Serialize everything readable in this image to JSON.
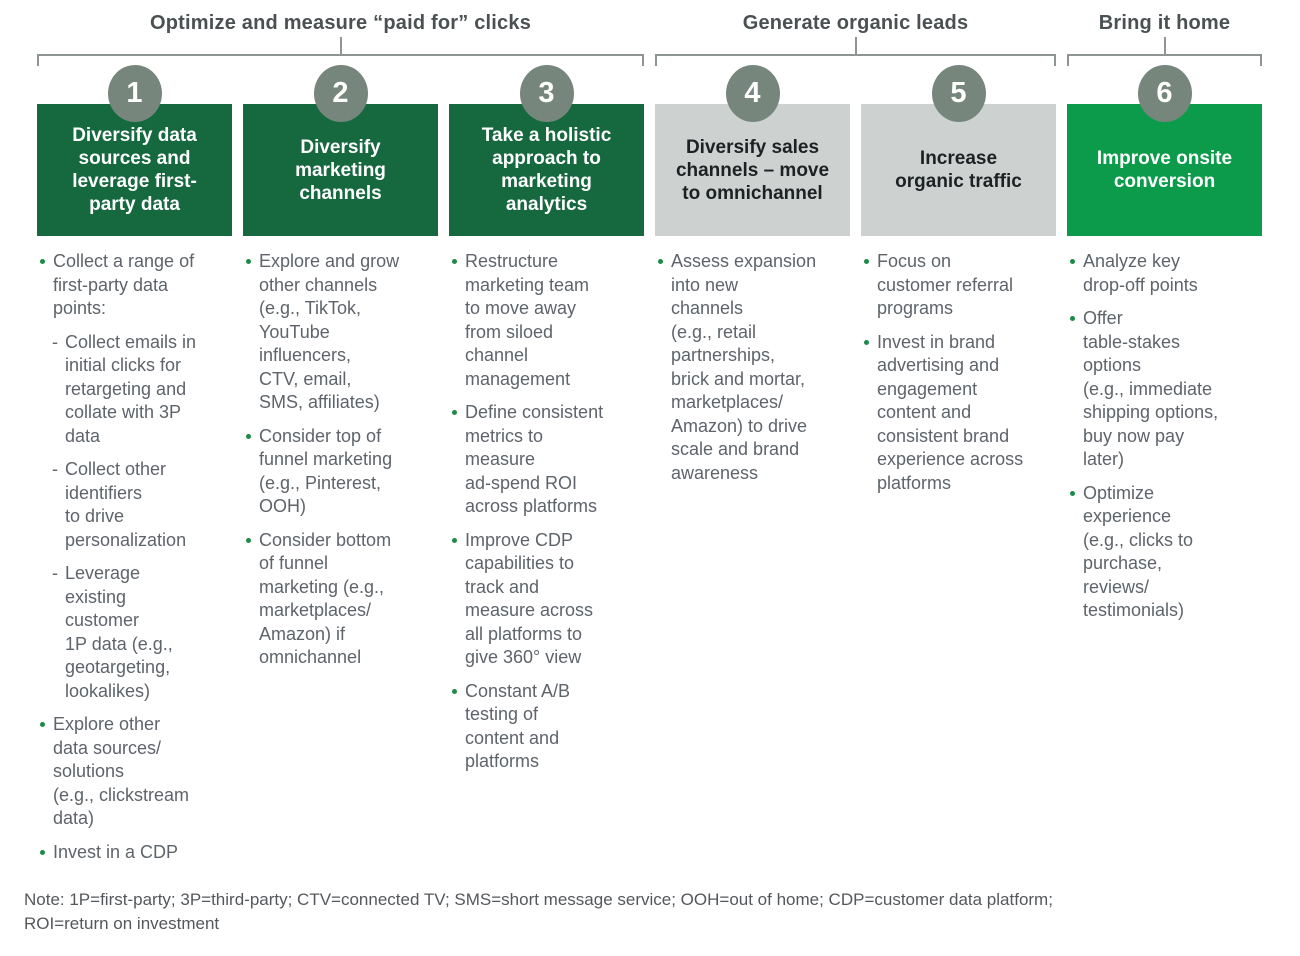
{
  "groups": [
    {
      "label": "Optimize and measure “paid for” clicks"
    },
    {
      "label": "Generate organic leads"
    },
    {
      "label": "Bring it home"
    }
  ],
  "markers": {
    "dash": "-"
  },
  "colors": {
    "dark_green_box": "#16693f",
    "bright_green_box": "#0c9b4a",
    "gray_box": "#cdd2d0",
    "number_badge": "#76867c",
    "bracket_line": "#8f9594",
    "bullet_dot": "#1c8a49",
    "body_text": "#5e646a",
    "heading_text": "#4b5152"
  },
  "columns": [
    {
      "number": "1",
      "variant": "dark-green",
      "title": "Diversify data\nsources and\nleverage first-\nparty data",
      "items": [
        {
          "type": "bullet",
          "text": "Collect a range of\nfirst-party data\npoints:"
        },
        {
          "type": "dash",
          "text": "Collect emails in\ninitial clicks for\nretargeting and\ncollate with 3P\ndata"
        },
        {
          "type": "dash",
          "text": "Collect other\nidentifiers\nto drive\npersonalization"
        },
        {
          "type": "dash",
          "text": "Leverage\nexisting\ncustomer\n1P data (e.g.,\ngeotargeting,\nlookalikes)"
        },
        {
          "type": "bullet",
          "text": "Explore other\ndata sources/\nsolutions\n(e.g., clickstream\ndata)"
        },
        {
          "type": "bullet",
          "text": "Invest in a CDP"
        }
      ]
    },
    {
      "number": "2",
      "variant": "dark-green",
      "title": "Diversify\nmarketing\nchannels",
      "items": [
        {
          "type": "bullet",
          "text": "Explore and grow\nother channels\n(e.g., TikTok,\nYouTube\ninfluencers,\nCTV, email,\nSMS, affiliates)"
        },
        {
          "type": "bullet",
          "text": "Consider top of\nfunnel marketing\n(e.g., Pinterest,\nOOH)"
        },
        {
          "type": "bullet",
          "text": "Consider bottom\nof funnel\nmarketing (e.g.,\nmarketplaces/\nAmazon) if\nomnichannel"
        }
      ]
    },
    {
      "number": "3",
      "variant": "dark-green",
      "title": "Take a holistic\napproach to\nmarketing\nanalytics",
      "items": [
        {
          "type": "bullet",
          "text": "Restructure\nmarketing team\nto move away\nfrom siloed\nchannel\nmanagement"
        },
        {
          "type": "bullet",
          "text": "Define consistent\nmetrics to\nmeasure\nad-spend ROI\nacross platforms"
        },
        {
          "type": "bullet",
          "text": "Improve CDP\ncapabilities to\ntrack and\nmeasure across\nall platforms to\ngive 360° view"
        },
        {
          "type": "bullet",
          "text": "Constant A/B\ntesting of\ncontent and\nplatforms"
        }
      ]
    },
    {
      "number": "4",
      "variant": "gray",
      "title": "Diversify sales\nchannels – move\nto omnichannel",
      "items": [
        {
          "type": "bullet",
          "text": "Assess expansion\ninto new\nchannels\n(e.g., retail\npartnerships,\nbrick and mortar,\nmarketplaces/\nAmazon) to drive\nscale and brand\nawareness"
        }
      ]
    },
    {
      "number": "5",
      "variant": "gray",
      "title": "Increase\norganic traffic",
      "items": [
        {
          "type": "bullet",
          "text": "Focus on\ncustomer referral\nprograms"
        },
        {
          "type": "bullet",
          "text": "Invest in brand\nadvertising and\nengagement\ncontent and\nconsistent brand\nexperience across\nplatforms"
        }
      ]
    },
    {
      "number": "6",
      "variant": "bright-green",
      "title": "Improve onsite\nconversion",
      "items": [
        {
          "type": "bullet",
          "text": "Analyze key\ndrop-off points"
        },
        {
          "type": "bullet",
          "text": "Offer\ntable-stakes\noptions\n(e.g., immediate\nshipping options,\nbuy now pay\nlater)"
        },
        {
          "type": "bullet",
          "text": "Optimize\nexperience\n(e.g., clicks to\npurchase,\nreviews/\ntestimonials)"
        }
      ]
    }
  ],
  "note": "Note: 1P=first-party; 3P=third-party; CTV=connected TV; SMS=short message service; OOH=out of home; CDP=customer data platform;\nROI=return on investment"
}
